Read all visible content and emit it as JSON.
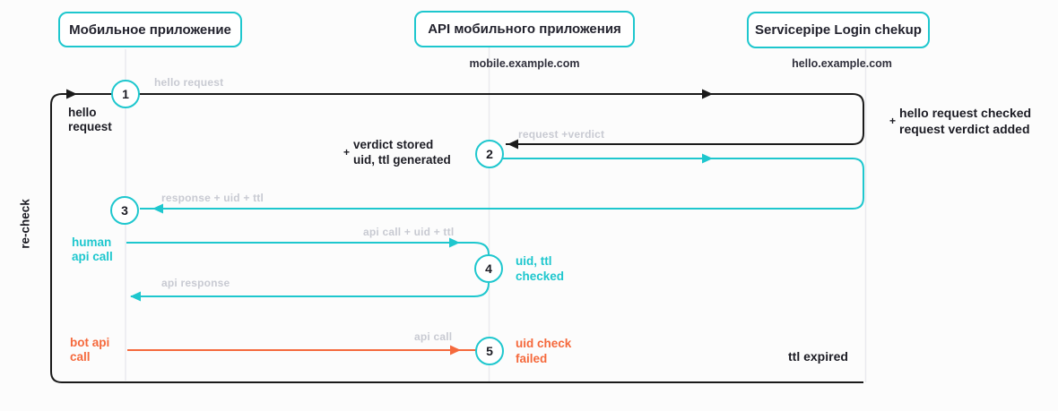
{
  "actors": [
    {
      "label": "Мобильное приложение",
      "host": ""
    },
    {
      "label": "API мобильного приложения",
      "host": "mobile.example.com"
    },
    {
      "label": "Servicepipe Login chekup",
      "host": "hello.example.com"
    }
  ],
  "loop_label": "re-check",
  "steps": [
    "1",
    "2",
    "3",
    "4",
    "5"
  ],
  "message_labels": {
    "hello_request": "hello request",
    "request_verdict": "request +verdict",
    "response_uid_ttl": "response + uid + ttl",
    "api_call_uid_ttl": "api call + uid + ttl",
    "api_response": "api response",
    "api_call": "api call"
  },
  "endpoint_labels": {
    "hello_request": "hello\nrequest",
    "human_api_call": "human\napi call",
    "bot_api_call": "bot api\ncall",
    "ttl_expired": "ttl expired"
  },
  "annotations": {
    "plus_sign": "+",
    "verdict_stored": "verdict stored\nuid, ttl generated",
    "hello_checked": "hello request checked\nrequest verdict added",
    "uid_ttl_checked": "uid, ttl\nchecked",
    "uid_check_failed": "uid check\nfailed"
  },
  "colors": {
    "teal": "#1EC7CE",
    "orange": "#F5693C",
    "gray_label": "#C8CAD2",
    "line_black": "#1A1A1A",
    "lifeline": "#E9E9EE"
  }
}
